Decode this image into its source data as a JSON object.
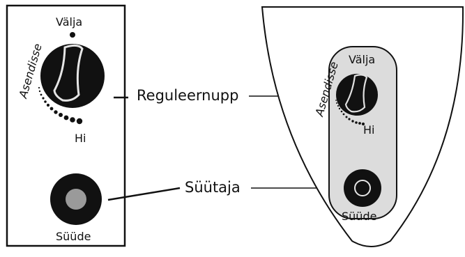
{
  "left_panel": {
    "top_label": "Välja",
    "arc_label": "Asendisse",
    "bottom_label": "Hi",
    "igniter_label": "Süüde"
  },
  "callouts": {
    "knob": "Reguleernupp",
    "igniter": "Süütaja"
  },
  "right_panel": {
    "top_label": "Välja",
    "arc_label": "Asendisse",
    "bottom_label": "Hi",
    "igniter_label": "Süüde"
  },
  "colors": {
    "knob": "#111111",
    "panel_fill": "#dcdcdc",
    "igniter_center": "#9a9a9a"
  }
}
